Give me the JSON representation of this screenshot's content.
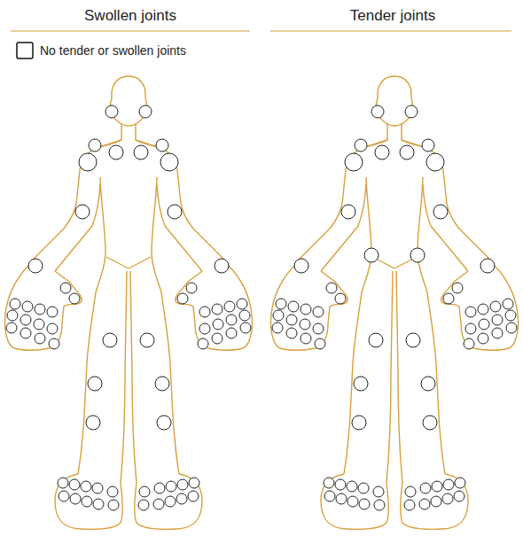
{
  "diagram": {
    "labels": [
      "Swollen joints",
      "Tender joints",
      "No tender or swollen joints"
    ]
  }
}
